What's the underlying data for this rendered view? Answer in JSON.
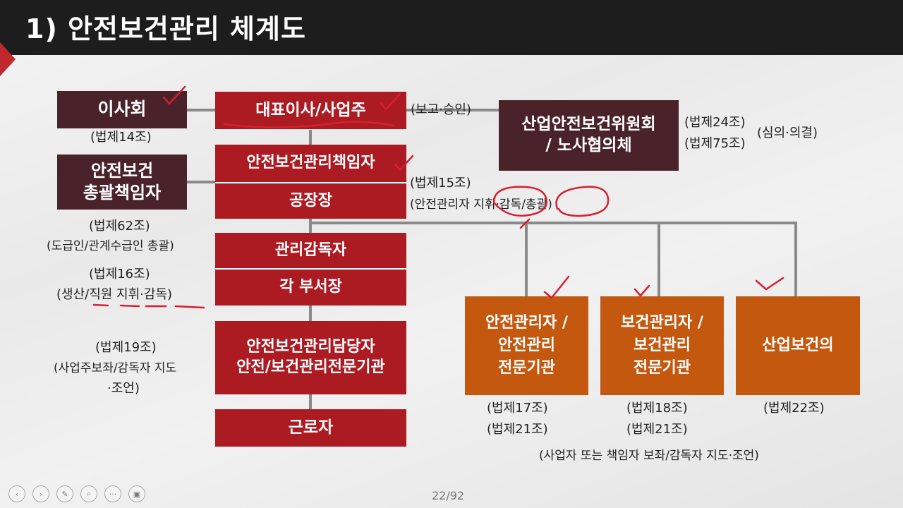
{
  "slide": {
    "title": "1) 안전보건관리 체계도",
    "page": "22/92"
  },
  "colors": {
    "dark_box": "#4a2229",
    "red_box": "#ad1b22",
    "orange_box": "#c5580f",
    "ink": "#d42030"
  },
  "boxes": {
    "board": "이사회",
    "ceo": "대표이사/사업주",
    "safety_manager": "안전보건관리책임자",
    "factory": "공장장",
    "supervisor": "관리감독자",
    "dept_heads": "각 부서장",
    "person_in_charge_1": "안전보건관리담당자",
    "person_in_charge_2": "안전/보건관리전문기관",
    "workers": "근로자",
    "general_manager_1": "안전보건",
    "general_manager_2": "총괄책임자",
    "committee_1": "산업안전보건위원회",
    "committee_2": "/ 노사협의체",
    "safety_admin_1": "안전관리자 /",
    "safety_admin_2": "안전관리",
    "safety_admin_3": "전문기관",
    "health_admin_1": "보건관리자 /",
    "health_admin_2": "보건관리",
    "health_admin_3": "전문기관",
    "doctor": "산업보건의"
  },
  "notes": {
    "board_law": "(법제14조)",
    "report": "(보고·승인)",
    "committee_law_1": "(법제24조)",
    "committee_law_2": "(법제75조)",
    "committee_role": "(심의·의결)",
    "manager_law": "(법제15조)",
    "manager_role": "(안전관리자 지휘·감독/총괄)",
    "general_law": "(법제62조)",
    "general_role": "(도급인/관계수급인 총괄)",
    "supervisor_law": "(법제16조)",
    "supervisor_role": "(생산/직원 지휘·감독)",
    "incharge_law": "(법제19조)",
    "incharge_role_1": "(사업주보좌/감독자 지도",
    "incharge_role_2": "·조언)",
    "safety_law_1": "(법제17조)",
    "safety_law_2": "(법제21조)",
    "health_law_1": "(법제18조)",
    "health_law_2": "(법제21조)",
    "doctor_law": "(법제22조)",
    "bottom_role": "(사업자 또는 책임자 보좌/감독자 지도·조언)"
  },
  "toolbar": {
    "prev_icon": "‹",
    "next_icon": "›",
    "pen_icon": "✎",
    "zoom_icon": "⌕",
    "more_icon": "···",
    "screen_icon": "▣"
  }
}
